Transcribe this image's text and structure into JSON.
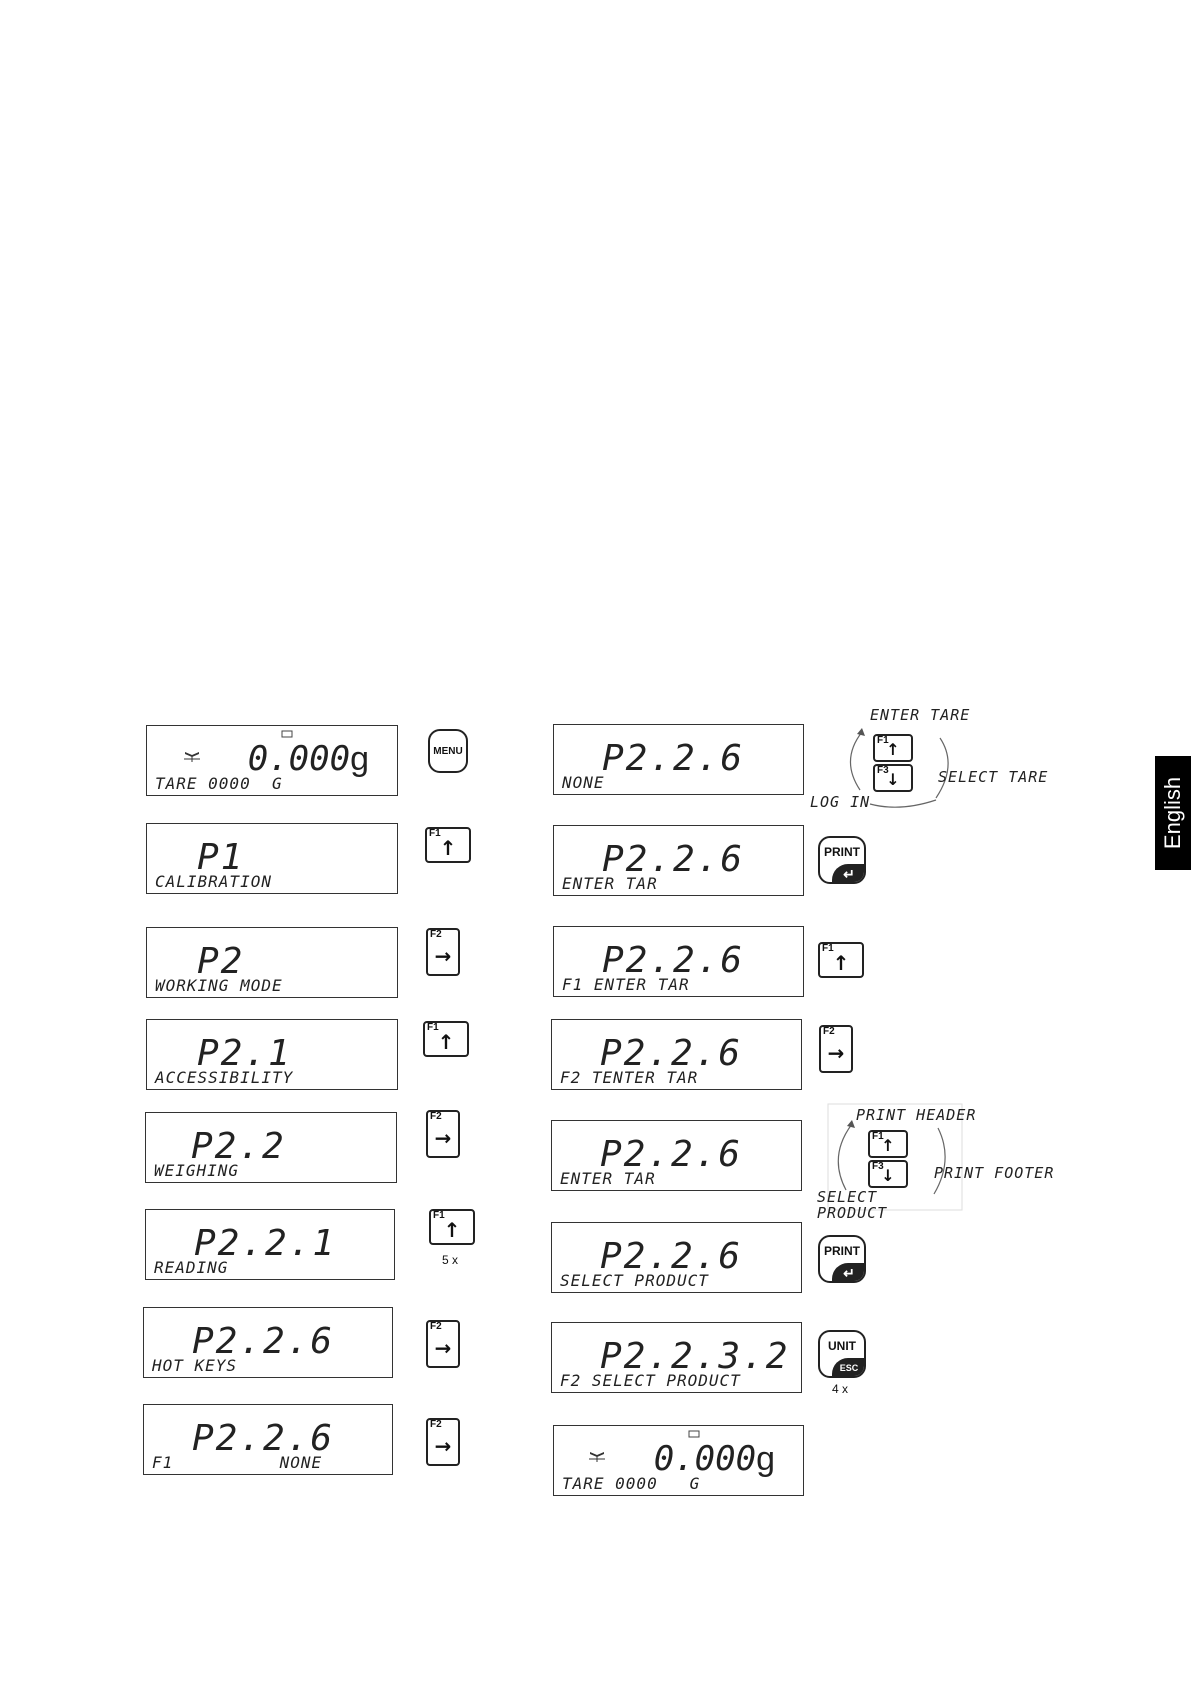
{
  "language_tab": "English",
  "home_display": {
    "weight": "0.000",
    "unit": "g",
    "sub": "TARE 0000  G"
  },
  "final_display": {
    "weight": "0.000",
    "unit": "g",
    "sub": "TARE 0000   G"
  },
  "left_column": [
    {
      "big": "P1",
      "sub": "CALIBRATION"
    },
    {
      "big": "P2",
      "sub": "WORKING MODE"
    },
    {
      "big": "P2.1",
      "sub": "ACCESSIBILITY"
    },
    {
      "big": "P2.2",
      "sub": "WEIGHING"
    },
    {
      "big": "P2.2.1",
      "sub": "READING"
    },
    {
      "big": "P2.2.6",
      "sub": "HOT KEYS"
    },
    {
      "big": "P2.2.6",
      "sub": "F1          NONE"
    }
  ],
  "right_column": [
    {
      "big": "P2.2.6",
      "sub": "NONE"
    },
    {
      "big": "P2.2.6",
      "sub": "ENTER TAR"
    },
    {
      "big": "P2.2.6",
      "sub": "F1 ENTER TAR"
    },
    {
      "big": "P2.2.6",
      "sub": "F2 TENTER TAR"
    },
    {
      "big": "P2.2.6",
      "sub": "ENTER TAR"
    },
    {
      "big": "P2.2.6",
      "sub": "SELECT PRODUCT"
    },
    {
      "big": "P2.2.3.2",
      "sub": "F2 SELECT PRODUCT"
    }
  ],
  "keys": {
    "menu": "MENU",
    "print": "PRINT",
    "unit": "UNIT",
    "esc": "ESC",
    "f1": "F1",
    "f2": "F2",
    "f3": "F3",
    "up_arrow": "↑",
    "right_arrow": "→",
    "down_arrow": "↓",
    "enter_symbol": "↵"
  },
  "counts": {
    "f1_repeat": "5 x",
    "unit_repeat": "4 x"
  },
  "loop_options_1": {
    "top": "ENTER TARE",
    "right": "SELECT TARE",
    "bottom": "LOG IN"
  },
  "loop_options_2": {
    "top": "PRINT HEADER",
    "right": "PRINT FOOTER",
    "bottom_line1": "SELECT",
    "bottom_line2": "PRODUCT"
  },
  "icons": {
    "stable": "stable-icon",
    "zero_mark": "zero-mark-icon",
    "up": "arrow-up-icon",
    "right": "arrow-right-icon",
    "down": "arrow-down-icon",
    "enter": "enter-icon",
    "loop": "cycle-loop-icon"
  }
}
